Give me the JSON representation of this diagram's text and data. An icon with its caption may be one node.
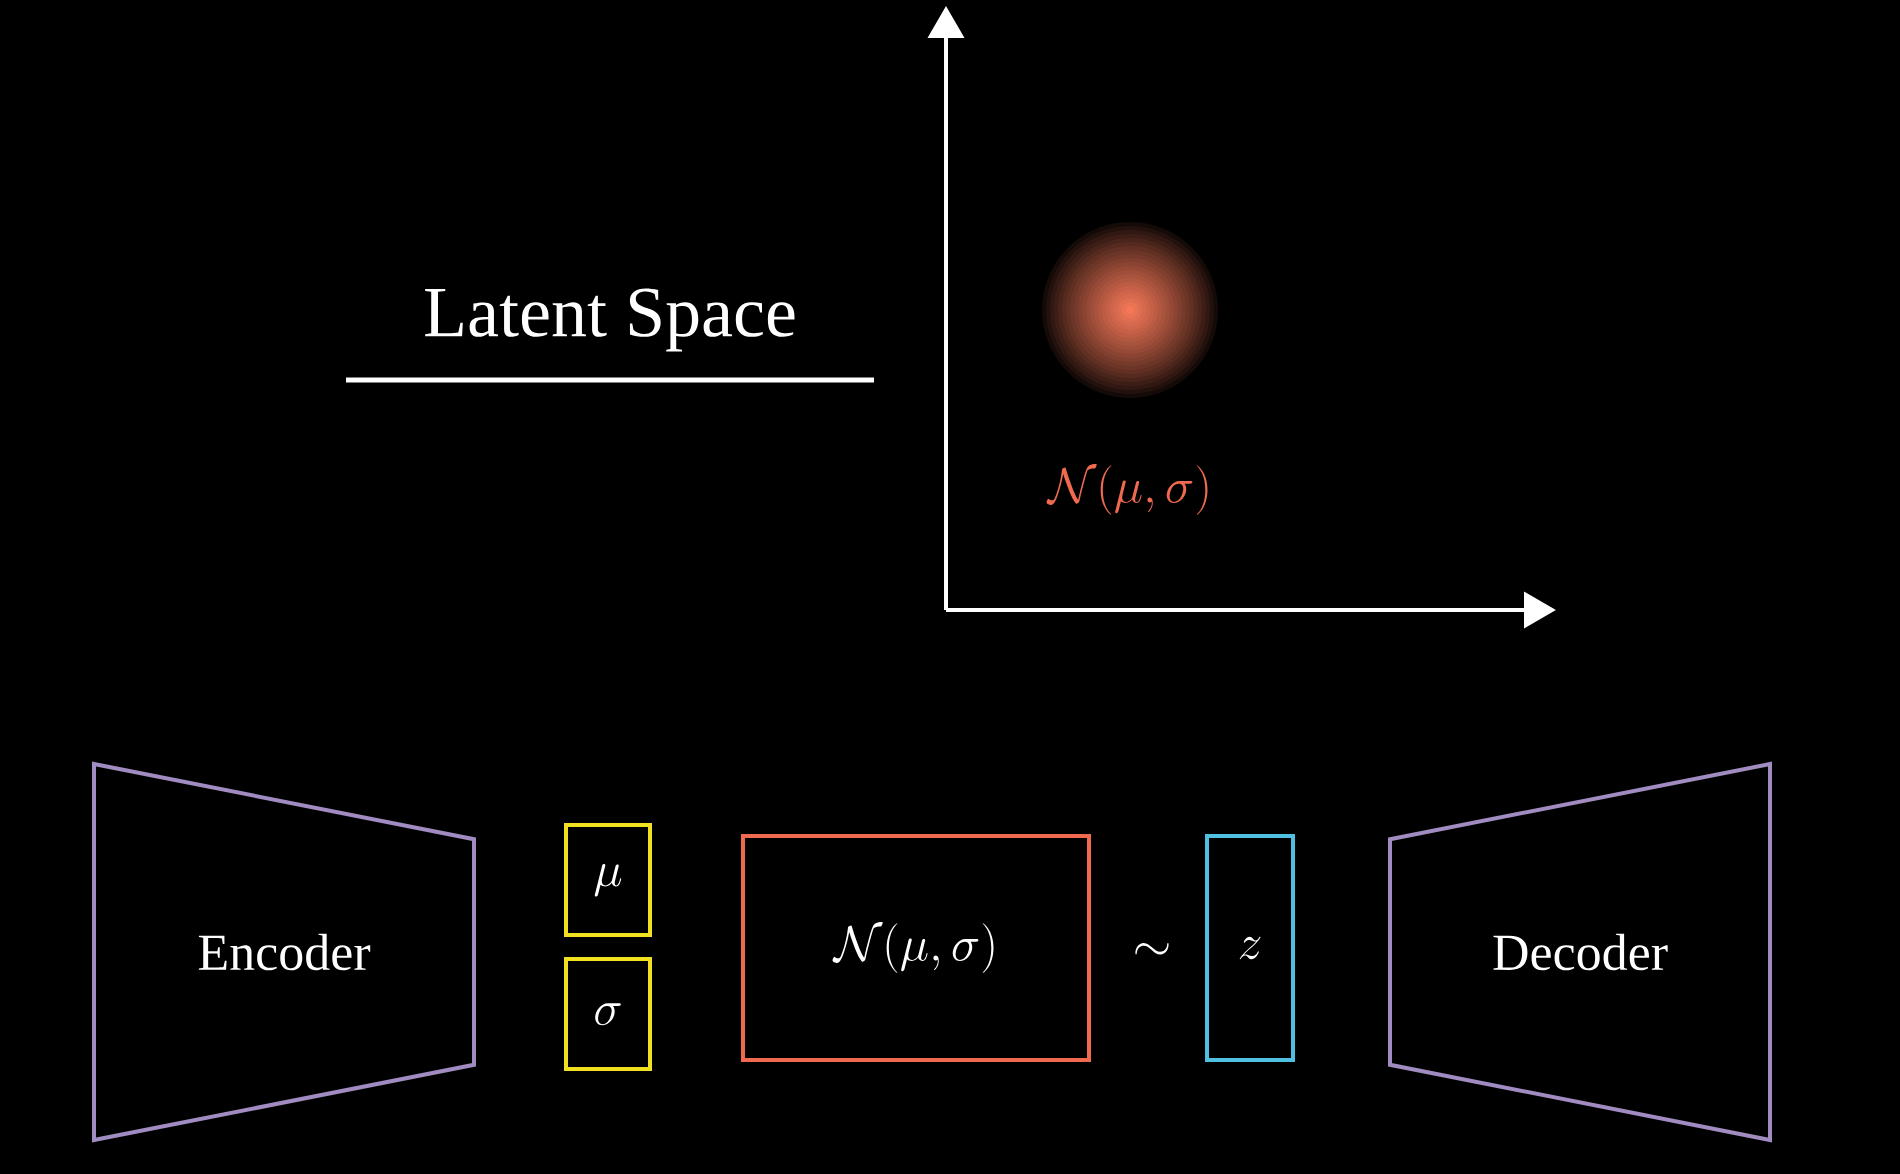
{
  "diagram": {
    "title": "Latent Space",
    "nodes": [
      {
        "text": [
          "Encoder"
        ]
      },
      {
        "text": [
          "\\mu"
        ]
      },
      {
        "text": [
          "\\sigma"
        ]
      },
      {
        "text": [
          "\\mathcal{N}(\\mu, \\sigma)"
        ]
      },
      {
        "text": [
          "z"
        ]
      },
      {
        "text": [
          "Decoder"
        ]
      }
    ],
    "labels": [
      "\\sim",
      "\\mathcal{N}(\\mu, \\sigma)"
    ]
  }
}
